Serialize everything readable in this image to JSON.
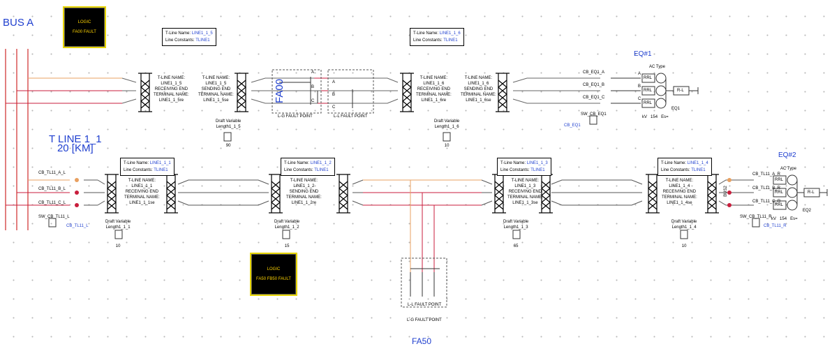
{
  "bus_label": "BUS A",
  "eq1_label": "EQ#1",
  "eq2_label": "EQ#2",
  "tline_label_line1": "T LINE 1_1",
  "tline_label_line2": "20 [KM]",
  "fa00_label": "FA00",
  "fa50_label": "FA50",
  "logic_fa00": {
    "title": "LOGIC",
    "sub": "FA00 FAULT"
  },
  "logic_fa50": {
    "title": "LOGIC",
    "sub": "FA50 FB50 FAULT"
  },
  "info_boxes": [
    {
      "name": "T-Line Name:",
      "name_val": "LINE1_1_5",
      "const": "Line Constants:",
      "const_val": "TLINE1"
    },
    {
      "name": "T-Line Name:",
      "name_val": "LINE1_1_6",
      "const": "Line Constants:",
      "const_val": "TLINE1"
    },
    {
      "name": "T-Line Name:",
      "name_val": "LINE1_1_1",
      "const": "Line Constants:",
      "const_val": "TLINE1"
    },
    {
      "name": "T-Line Name:",
      "name_val": "LINE1_1_2",
      "const": "Line Constants:",
      "const_val": "TLINE1"
    },
    {
      "name": "T-Line Name:",
      "name_val": "LINE1_1_3",
      "const": "Line Constants:",
      "const_val": "TLINE1"
    },
    {
      "name": "T-Line Name:",
      "name_val": "LINE1_1_4",
      "const": "Line Constants:",
      "const_val": "TLINE1"
    }
  ],
  "tower_labels": {
    "t5r": {
      "a": "T-LINE NAME:",
      "b": "LINE1_1_5",
      "c": "RECEIVING END",
      "d": "TERMINAL NAME:",
      "e": "LINE1_1_5re"
    },
    "t5s": {
      "a": "T-LINE NAME:",
      "b": "LINE1_1_5",
      "c": "SENDING END",
      "d": "TERMINAL NAME:",
      "e": "LINE1_1_5se"
    },
    "t6r": {
      "a": "T-LINE NAME:",
      "b": "LINE1_1_6",
      "c": "RECEIVING END",
      "d": "TERMINAL NAME:",
      "e": "LINE1_1_6re"
    },
    "t6s": {
      "a": "T-LINE NAME:",
      "b": "LINE1_1_6",
      "c": "SENDING END",
      "d": "TERMINAL NAME:",
      "e": "LINE1_1_6se"
    },
    "t1": {
      "a": "T-LINE NAME:",
      "b": "LINE1_1_1",
      "c": "RECEIVING END",
      "d": "TERMINAL NAME:",
      "e": "LINE1_1_1se"
    },
    "t2": {
      "a": "T-LINE NAME:",
      "b": "LINE1_1_2",
      "c": "SENDING END",
      "d": "TERMINAL NAME:",
      "e": "LINE1_1_2re"
    },
    "t3": {
      "a": "T-LINE NAME:",
      "b": "LINE1_1_3",
      "c": "RECEIVING END",
      "d": "TERMINAL NAME:",
      "e": "LINE1_1_3se"
    },
    "t4": {
      "a": "T-LINE NAME:",
      "b": "LINE1_1_4",
      "c": "RECEIVING END",
      "d": "TERMINAL NAME:",
      "e": "LINE1_1_4se"
    }
  },
  "fault_labels": {
    "lg1": "L-G FAULT POINT",
    "ll1": "L-L FAULT POINT",
    "ll50": "L-L FAULT POINT",
    "lg50": "L-G FAULT POINT"
  },
  "draft_vars": [
    {
      "t1": "Draft Variable",
      "t2": "Length1_1_5",
      "val": "90"
    },
    {
      "t1": "Draft Variable",
      "t2": "Length1_1_6",
      "val": "10"
    },
    {
      "t1": "Draft Variable",
      "t2": "Length1_1_1",
      "val": "10"
    },
    {
      "t1": "Draft Variable",
      "t2": "Length1_1_2",
      "val": "15"
    },
    {
      "t1": "Draft Variable",
      "t2": "Length1_1_3",
      "val": "65"
    },
    {
      "t1": "Draft Variable",
      "t2": "Length1_1_4",
      "val": "10"
    }
  ],
  "breakers": {
    "eq1_a": "CB_EQ1_A",
    "eq1_b": "CB_EQ1_B",
    "eq1_c": "CB_EQ1_C",
    "sw_eq1": "SW_CB_EQ1",
    "cb_eq1": "CB_EQ1",
    "tl11_a": "CB_TL11_A_L",
    "tl11_b": "CB_TL11_B_L",
    "tl11_c": "CB_TL11_C_L",
    "sw_tl11": "SW_CB_TL11_L",
    "cb_tl11": "CB_TL11_L",
    "tl11r_a": "CB_TL11_A_R",
    "tl11r_b": "CB_TL11_B_R",
    "tl11r_c": "CB_TL11_C_R",
    "sw_tl11r": "SW_CB_TL11_R",
    "cb_tl11r": "CB_TL11_R"
  },
  "eq1": {
    "ac_type": "AC Type",
    "rrl": "RRL",
    "rl": "R-L",
    "name": "EQ1",
    "kv": "kV",
    "kv_val": "154",
    "es": "Es="
  },
  "eq2": {
    "ac_type": "AC Type",
    "rrl": "RRL",
    "rl": "R-L",
    "name": "EQ2",
    "kv": "kV",
    "kv_val": "154",
    "es": "Es="
  },
  "bus2_label": "BUS2",
  "phase_pins": [
    "A",
    "B",
    "C"
  ],
  "colors": {
    "phaseA": "#e8a060",
    "phaseB": "#c81e3c",
    "phaseC": "#c81e3c",
    "bus": "#d23a3a",
    "label_blue": "#1f3fcf",
    "logic_border": "#e6d400"
  }
}
